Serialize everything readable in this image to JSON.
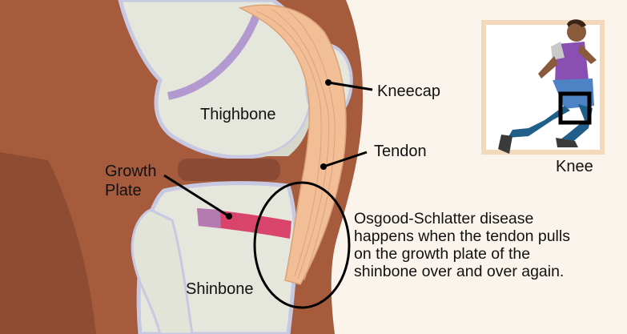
{
  "labels": {
    "thighbone": "Thighbone",
    "kneecap": "Kneecap",
    "tendon": "Tendon",
    "growth_plate_line1": "Growth",
    "growth_plate_line2": "Plate",
    "shinbone": "Shinbone",
    "knee": "Knee"
  },
  "description": [
    "Osgood-Schlatter disease",
    "happens when the tendon pulls",
    "on the growth plate of the",
    "shinbone over and over again."
  ],
  "colors": {
    "background": "#fbf4ec",
    "leg_skin": "#a65b3d",
    "bone": "#e6e7dc",
    "bone_outline": "#c7c9e2",
    "cartilage": "#b29ad0",
    "growth_plate": "#d8446c",
    "tendon": "#f2be95",
    "joint_gap": "#8a4a34",
    "highlight_circle": "#000000",
    "inset_border": "#f3d8b9"
  },
  "icons": {
    "inset": "soccer-player-illustration"
  }
}
